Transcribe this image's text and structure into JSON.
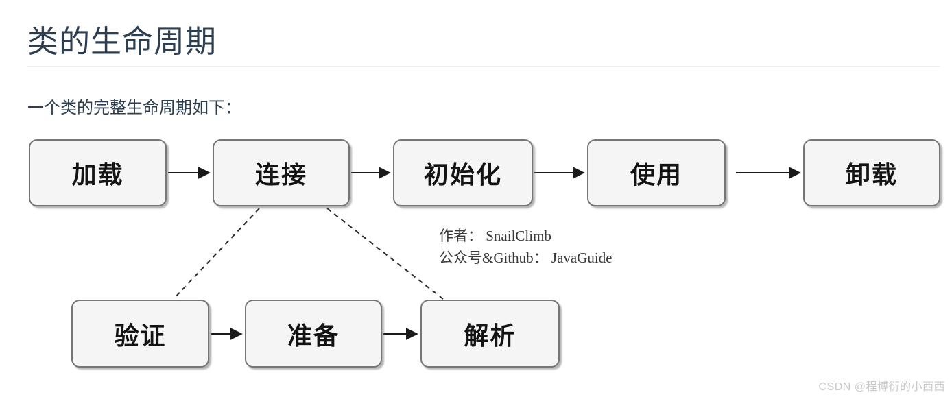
{
  "page": {
    "title": "类的生命周期",
    "intro": "一个类的完整生命周期如下："
  },
  "diagram": {
    "type": "flowchart",
    "nodes": [
      {
        "id": "load",
        "label": "加载"
      },
      {
        "id": "link",
        "label": "连接"
      },
      {
        "id": "init",
        "label": "初始化"
      },
      {
        "id": "use",
        "label": "使用"
      },
      {
        "id": "unload",
        "label": "卸载"
      },
      {
        "id": "verify",
        "label": "验证"
      },
      {
        "id": "prepare",
        "label": "准备"
      },
      {
        "id": "resolve",
        "label": "解析"
      }
    ],
    "edges_solid": [
      "加载→连接",
      "连接→初始化",
      "初始化→使用",
      "使用→卸载",
      "验证→准备",
      "准备→解析"
    ],
    "edges_dashed": [
      "连接⋯验证",
      "连接⋯解析"
    ],
    "attribution": {
      "line1": "作者： SnailClimb",
      "line2": "公众号&Github： JavaGuide"
    }
  },
  "watermark": "CSDN @程博衍的小西西",
  "colors": {
    "heading_text": "#2c3e50",
    "node_fill": "#f5f5f5",
    "node_border": "#767676",
    "edge_stroke": "#1a1a1a",
    "divider": "#ececec",
    "watermark_text": "#c9c9c9"
  }
}
